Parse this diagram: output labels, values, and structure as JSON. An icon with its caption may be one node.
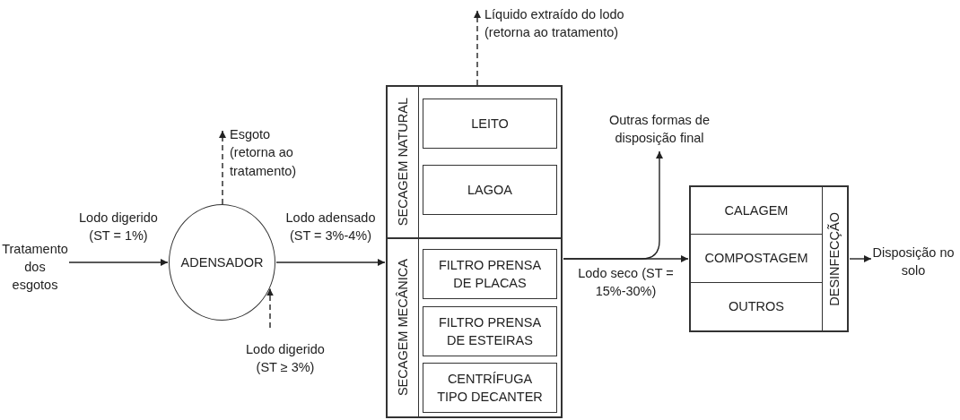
{
  "diagram": {
    "nodes": [
      {
        "text": [
          "Tratamento dos esgotos"
        ]
      },
      {
        "text": [
          "ADENSADOR"
        ]
      },
      {
        "text": [
          "Esgoto (retorna ao tratamento)"
        ]
      },
      {
        "text": [
          "Lodo digerido (ST ≥ 3%)"
        ]
      },
      {
        "text": [
          "SECAGEM NATURAL"
        ]
      },
      {
        "text": [
          "LEITO"
        ],
        "in": 4
      },
      {
        "text": [
          "LAGOA"
        ],
        "in": 4
      },
      {
        "text": [
          "SECAGEM MECÂNICA"
        ]
      },
      {
        "text": [
          "FILTRO PRENSA DE PLACAS"
        ],
        "in": 7
      },
      {
        "text": [
          "FILTRO PRENSA DE ESTEIRAS"
        ],
        "in": 7
      },
      {
        "text": [
          "CENTRÍFUGA TIPO DECANTER"
        ],
        "in": 7
      },
      {
        "text": [
          "Líquido extraído do lodo (retorna ao tratamento)"
        ]
      },
      {
        "text": [
          "Outras formas de disposição final"
        ]
      },
      {
        "text": [
          "DESINFECÇÃO"
        ]
      },
      {
        "text": [
          "CALAGEM"
        ],
        "in": 13
      },
      {
        "text": [
          "COMPOSTAGEM"
        ],
        "in": 13
      },
      {
        "text": [
          "OUTROS"
        ],
        "in": 13
      },
      {
        "text": [
          "Disposição no solo"
        ]
      }
    ],
    "edges": [
      {
        "from": 0,
        "to": 1,
        "arrow": "to",
        "label": "Lodo digerido (ST = 1%)"
      },
      {
        "from": 1,
        "to": 2,
        "arrow": "to",
        "style": "dashed"
      },
      {
        "from": 3,
        "to": 1,
        "arrow": "to",
        "style": "dashed"
      },
      {
        "from": 1,
        "to": 7,
        "arrow": "to",
        "label": "Lodo adensado (ST = 3%-4%)"
      },
      {
        "from": 4,
        "to": 11,
        "arrow": "to",
        "style": "dashed"
      },
      {
        "from": 7,
        "to": 12,
        "arrow": "to"
      },
      {
        "from": 7,
        "to": 13,
        "arrow": "to",
        "label": "Lodo seco (ST = 15%-30%)"
      },
      {
        "from": 13,
        "to": 17,
        "arrow": "to"
      }
    ]
  }
}
